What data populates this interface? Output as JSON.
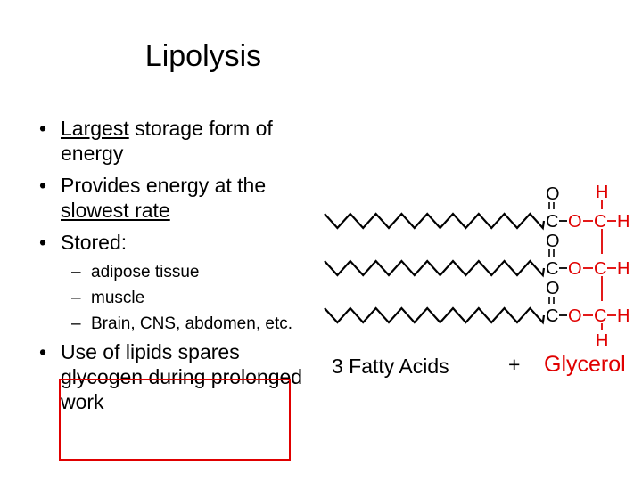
{
  "slide": {
    "title": "Lipolysis",
    "bullets": [
      {
        "underlined": "Largest",
        "rest": " storage form of energy"
      },
      {
        "prefix": "Provides energy at the ",
        "underlined": "slowest rate"
      },
      {
        "text": "Stored:"
      },
      {
        "text": "Use of lipids spares glycogen during prolonged work"
      }
    ],
    "sub_bullets": [
      "adipose tissue",
      "muscle",
      "Brain, CNS, abdomen, etc."
    ],
    "bullet_glyph": "•",
    "dash_glyph": "–"
  },
  "diagram": {
    "carbonyl_O": "O",
    "carbon": "C",
    "ester_O": "O",
    "hydrogen": "H",
    "label_fatty_acids": "3 Fatty Acids",
    "plus": "+",
    "label_glycerol": "Glycerol",
    "colors": {
      "black": "#000000",
      "red": "#e00000"
    }
  }
}
